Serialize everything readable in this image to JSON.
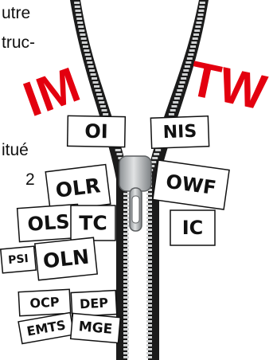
{
  "text_fragments": [
    "utre",
    "truc-",
    "itué",
    "2"
  ],
  "big_letters": {
    "left": "IM",
    "right": "TW"
  },
  "cards": [
    "OI",
    "NIS",
    "OLR",
    "OWF",
    "OLS",
    "TC",
    "IC",
    "PSI",
    "OLN",
    "OCP",
    "DEP",
    "EMTS",
    "MGE"
  ],
  "colors": {
    "accent_red": "#e3000f",
    "zipper_dark": "#1b1b1b",
    "slider_metal": "#b9bcbf"
  }
}
